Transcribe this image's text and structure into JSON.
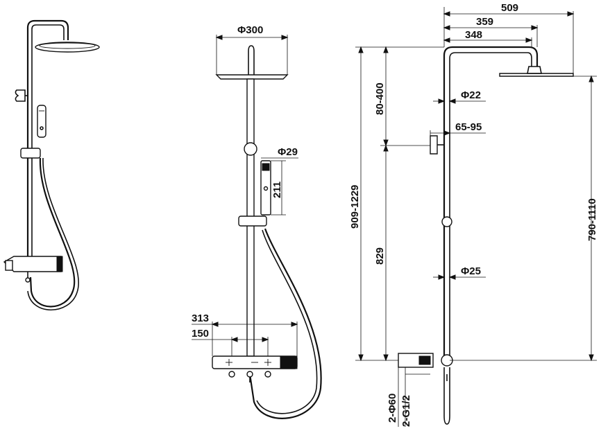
{
  "labels": {
    "head_diameter": "Φ300",
    "hand_diameter": "Φ29",
    "hand_length": "211",
    "mixer_width": "313",
    "inlet_spacing": "150",
    "arm_outer": "509",
    "arm_mid": "359",
    "arm_inner": "348",
    "top_adjust": "80-400",
    "pipe_top": "Φ22",
    "bracket_depth": "65-95",
    "total_height": "909-1229",
    "lower_height": "829",
    "pipe_lower": "Φ25",
    "right_height": "790-1110",
    "flange": "2-Φ60",
    "thread": "2-G1/2"
  }
}
